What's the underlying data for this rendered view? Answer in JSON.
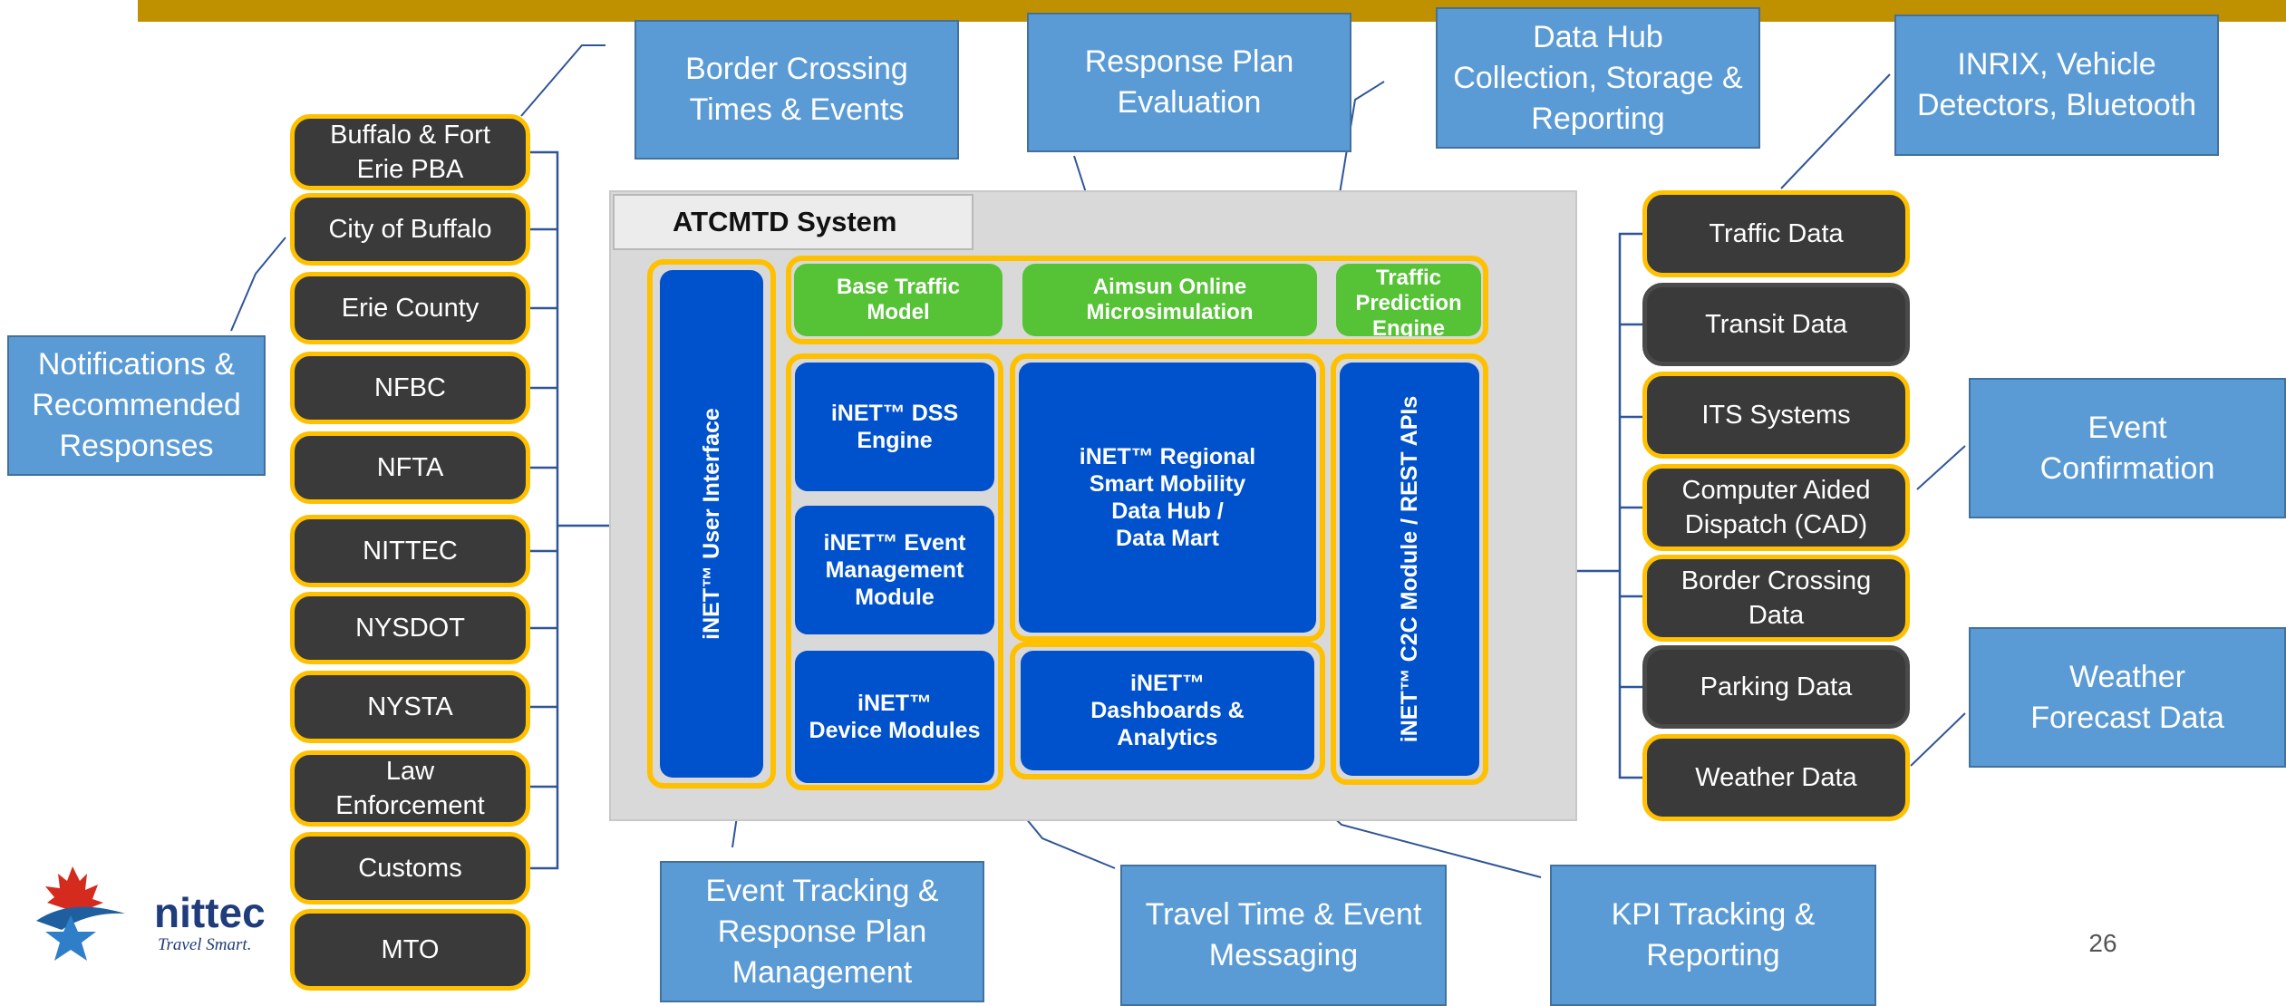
{
  "left_agencies": [
    "Buffalo & Fort\nErie PBA",
    "City of Buffalo",
    "Erie County",
    "NFBC",
    "NFTA",
    "NITTEC",
    "NYSDOT",
    "NYSTA",
    "Law\nEnforcement",
    "Customs",
    "MTO"
  ],
  "right_sources": [
    "Traffic Data",
    "Transit Data",
    "ITS Systems",
    "Computer Aided\nDispatch (CAD)",
    "Border Crossing\nData",
    "Parking Data",
    "Weather Data"
  ],
  "callouts": {
    "border_crossing": "Border Crossing\nTimes & Events",
    "response_plan": "Response Plan\nEvaluation",
    "data_hub": "Data Hub\nCollection, Storage &\nReporting",
    "inrix": "INRIX, Vehicle\nDetectors, Bluetooth",
    "notifications": "Notifications &\nRecommended\nResponses",
    "event_confirmation": "Event\nConfirmation",
    "weather_forecast": "Weather\nForecast Data",
    "event_tracking": "Event Tracking &\nResponse Plan\nManagement",
    "travel_time": "Travel Time & Event\nMessaging",
    "kpi": "KPI Tracking &\nReporting"
  },
  "system": {
    "title": "ATCMTD System",
    "user_interface": "iNET™ User Interface",
    "base_traffic_model": "Base Traffic\nModel",
    "aimsun": "Aimsun Online\nMicrosimulation",
    "traffic_prediction": "Traffic\nPrediction\nEngine",
    "dss_engine": "iNET™ DSS\nEngine",
    "event_management": "iNET™ Event\nManagement\nModule",
    "device_modules": "iNET™\nDevice Modules",
    "data_hub": "iNET™ Regional\nSmart Mobility\nData Hub /\nData Mart",
    "dashboards": "iNET™\nDashboards &\nAnalytics",
    "c2c": "iNET™ C2C Module / REST APIs"
  },
  "logo": {
    "name": "nittec",
    "tagline": "Travel Smart."
  },
  "page_number": "26",
  "colors": {
    "top_bar": "#BF9000",
    "callout": "#5B9BD5",
    "pill": "#3A3A3A",
    "pill_border": "#FFC000",
    "module_blue": "#0052CC",
    "module_green": "#56C236"
  }
}
